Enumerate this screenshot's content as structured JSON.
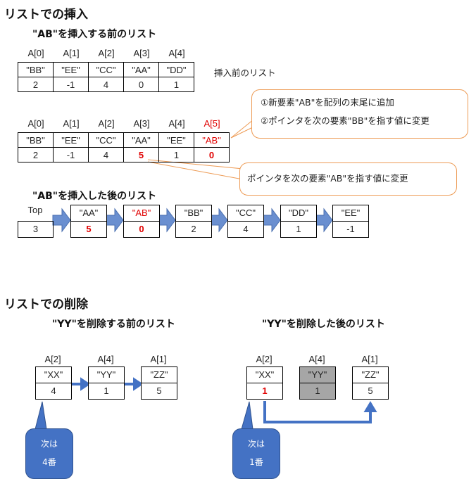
{
  "insert": {
    "title": "リストでの挿入",
    "before_title": "\"AB\"を挿入する前のリスト",
    "before_label": "挿入前のリスト",
    "before_array": {
      "indices": [
        "A[0]",
        "A[1]",
        "A[2]",
        "A[3]",
        "A[4]"
      ],
      "values": [
        "\"BB\"",
        "\"EE\"",
        "\"CC\"",
        "\"AA\"",
        "\"DD\""
      ],
      "pointers": [
        "2",
        "-1",
        "4",
        "0",
        "1"
      ]
    },
    "after_array": {
      "indices": [
        "A[0]",
        "A[1]",
        "A[2]",
        "A[3]",
        "A[4]",
        "A[5]"
      ],
      "values": [
        "\"BB\"",
        "\"EE\"",
        "\"CC\"",
        "\"AA\"",
        "\"EE\"",
        "\"AB\""
      ],
      "pointers": [
        "2",
        "-1",
        "4",
        "5",
        "1",
        "0"
      ]
    },
    "callout_new": {
      "line1": "①新要素\"AB\"を配列の末尾に追加",
      "line2": "②ポインタを次の要素\"BB\"を指す値に変更"
    },
    "callout_pointer": "ポインタを次の要素\"AB\"を指す値に変更",
    "after_title": "\"AB\"を挿入した後のリスト",
    "top_label": "Top",
    "top_value": "3",
    "chain": [
      {
        "value": "\"AA\"",
        "pointer": "5"
      },
      {
        "value": "\"AB\"",
        "pointer": "0"
      },
      {
        "value": "\"BB\"",
        "pointer": "2"
      },
      {
        "value": "\"CC\"",
        "pointer": "4"
      },
      {
        "value": "\"DD\"",
        "pointer": "1"
      },
      {
        "value": "\"EE\"",
        "pointer": "-1"
      }
    ]
  },
  "delete": {
    "title": "リストでの削除",
    "before_title": "\"YY\"を削除する前のリスト",
    "after_title": "\"YY\"を削除した後のリスト",
    "before_nodes": [
      {
        "index": "A[2]",
        "value": "\"XX\"",
        "pointer": "4"
      },
      {
        "index": "A[4]",
        "value": "\"YY\"",
        "pointer": "1"
      },
      {
        "index": "A[1]",
        "value": "\"ZZ\"",
        "pointer": "5"
      }
    ],
    "after_nodes": [
      {
        "index": "A[2]",
        "value": "\"XX\"",
        "pointer": "1"
      },
      {
        "index": "A[4]",
        "value": "\"YY\"",
        "pointer": "1"
      },
      {
        "index": "A[1]",
        "value": "\"ZZ\"",
        "pointer": "5"
      }
    ],
    "bubble_before": {
      "line1": "次は",
      "line2": "4番"
    },
    "bubble_after": {
      "line1": "次は",
      "line2": "1番"
    }
  },
  "colors": {
    "highlight": "#e00000",
    "arrow": "#4472c4",
    "callout_border": "#ed9b55",
    "removed_fill": "#a6a6a6"
  }
}
